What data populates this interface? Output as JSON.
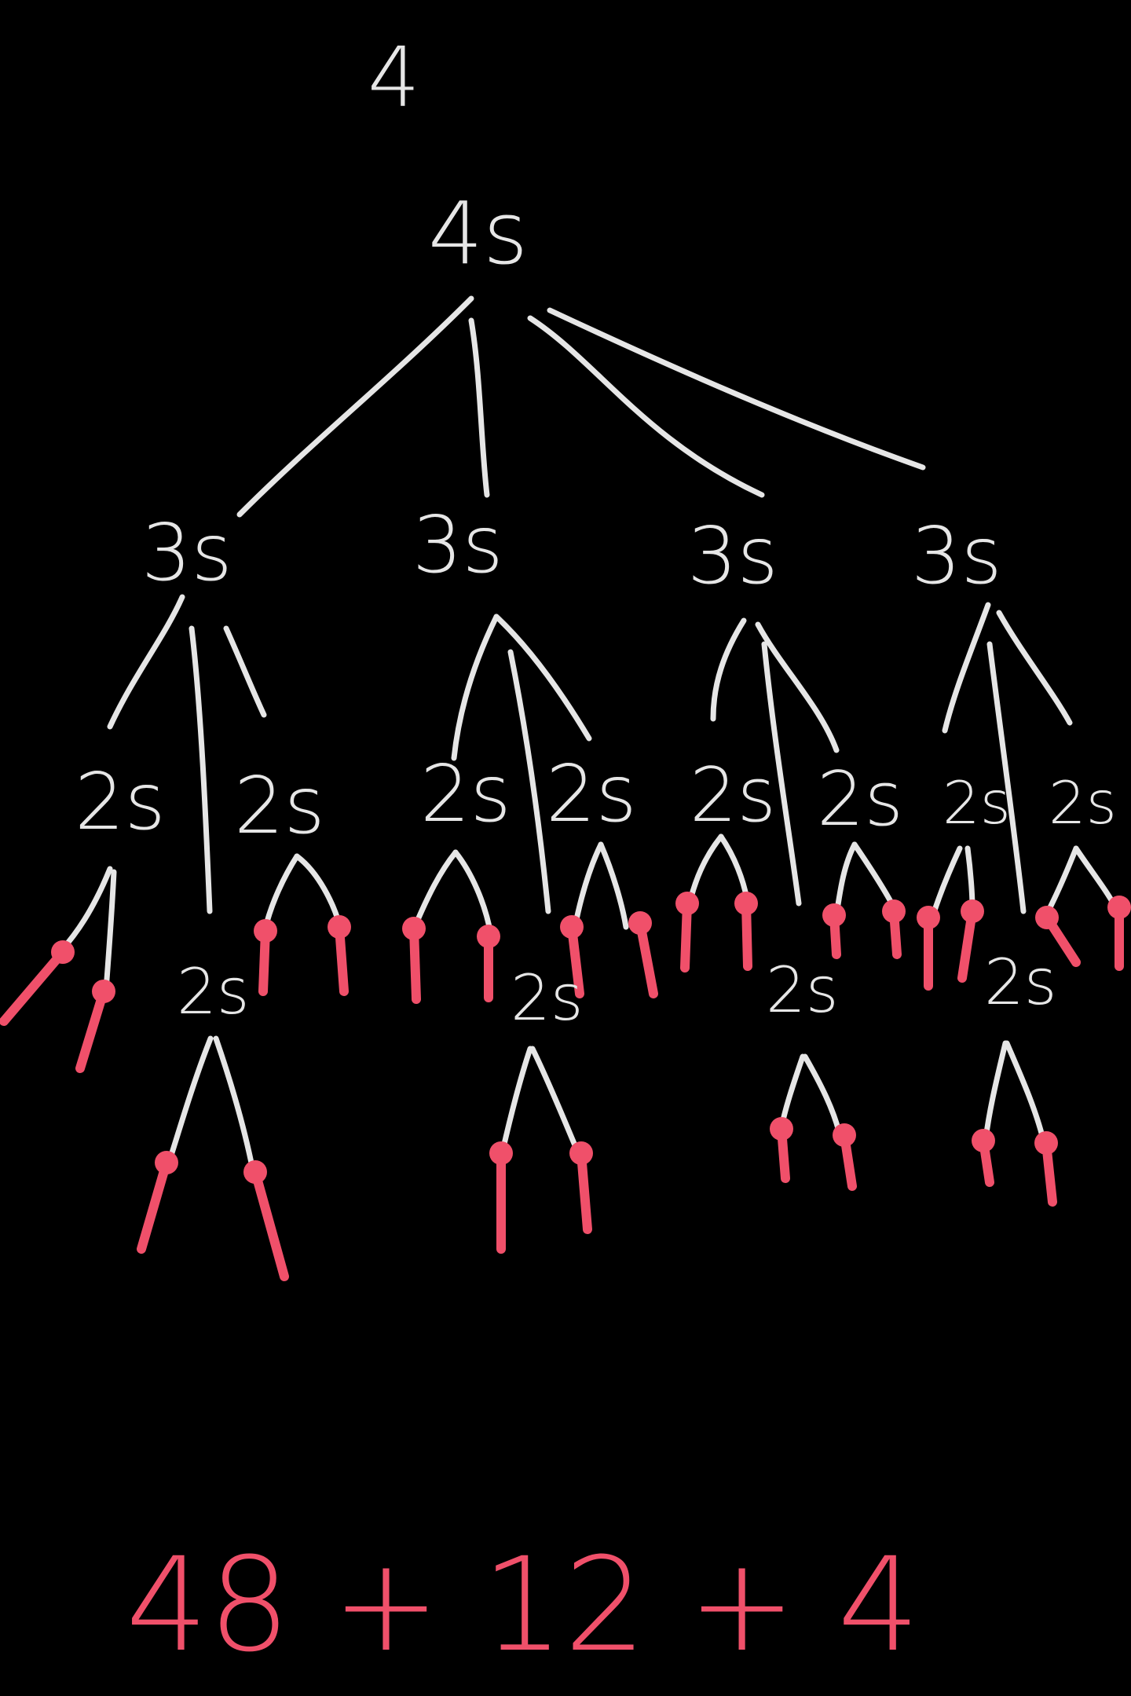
{
  "top_value": "4",
  "root": {
    "label": "4s"
  },
  "level1": [
    {
      "label": "3s"
    },
    {
      "label": "3s"
    },
    {
      "label": "3s"
    },
    {
      "label": "3s"
    }
  ],
  "level2": [
    {
      "label": "2s"
    },
    {
      "label": "2s"
    },
    {
      "label": "2s"
    },
    {
      "label": "2s"
    },
    {
      "label": "2s"
    },
    {
      "label": "2s"
    },
    {
      "label": "2s"
    },
    {
      "label": "2s"
    }
  ],
  "level2_lower": [
    {
      "label": "2s"
    },
    {
      "label": "2s"
    },
    {
      "label": "2s"
    },
    {
      "label": "2s"
    }
  ],
  "sum": "48 + 12 + 4",
  "colors": {
    "background": "#000000",
    "chalk": "#e6e6e6",
    "accent": "#f0506a"
  }
}
